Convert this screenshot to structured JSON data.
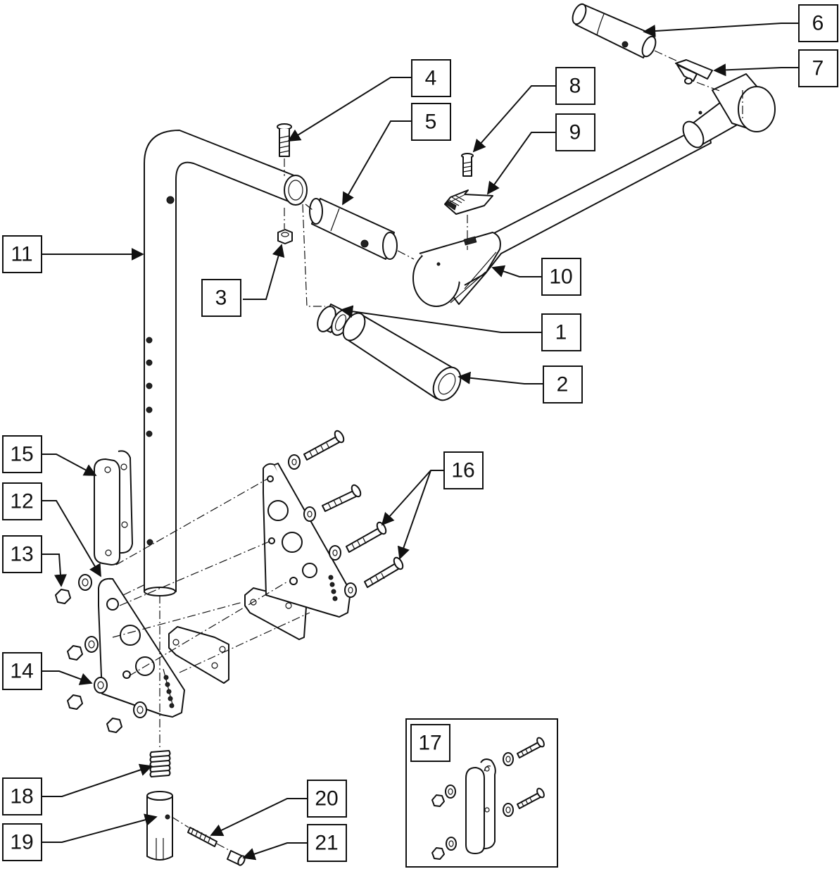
{
  "callouts": {
    "c1": "1",
    "c2": "2",
    "c3": "3",
    "c4": "4",
    "c5": "5",
    "c6": "6",
    "c7": "7",
    "c8": "8",
    "c9": "9",
    "c10": "10",
    "c11": "11",
    "c12": "12",
    "c13": "13",
    "c14": "14",
    "c15": "15",
    "c16": "16",
    "c17": "17",
    "c18": "18",
    "c19": "19",
    "c20": "20",
    "c21": "21"
  },
  "colors": {
    "ink": "#111111",
    "background": "#ffffff"
  }
}
